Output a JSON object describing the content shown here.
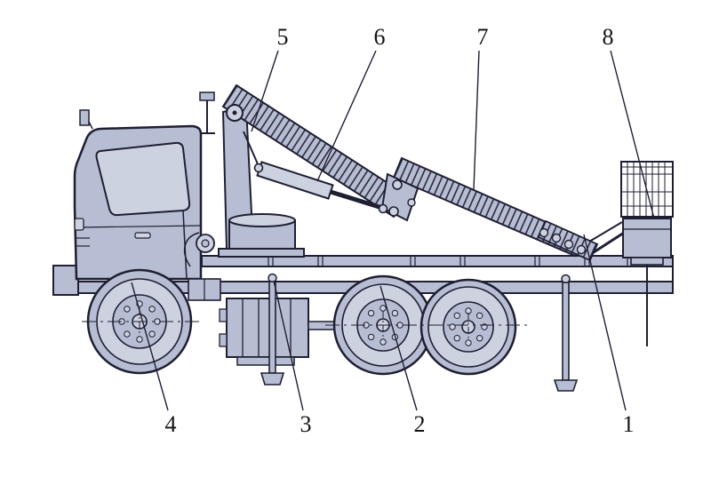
{
  "figure": {
    "type": "technical-diagram",
    "subject": "Side view of a truck-mounted articulated telescopic aerial work platform with numbered part callouts",
    "background": "#ffffff",
    "colors": {
      "paper": "#ffffff",
      "body_fill": "#b7bdd3",
      "body_fill_light": "#cdd2e1",
      "line": "#1f1f33",
      "callout_text": "#141414"
    },
    "callouts": [
      {
        "label": "1"
      },
      {
        "label": "2"
      },
      {
        "label": "3"
      },
      {
        "label": "4"
      },
      {
        "label": "5"
      },
      {
        "label": "6"
      },
      {
        "label": "7"
      },
      {
        "label": "8"
      }
    ]
  }
}
